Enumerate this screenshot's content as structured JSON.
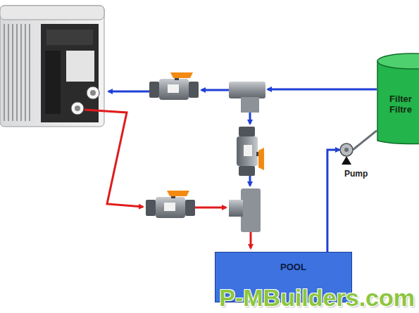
{
  "diagram": {
    "nodes": [
      {
        "text": [
          "Filter Filtre"
        ]
      },
      {
        "text": [
          "Pump"
        ]
      },
      {
        "text": [
          "POOL"
        ]
      }
    ],
    "edges": [
      {
        "from": 2,
        "to": 1,
        "arrow": "to"
      },
      {
        "from": 1,
        "to": 0,
        "arrow": "none"
      }
    ],
    "labels": [
      "P-MBuilders.com"
    ]
  }
}
